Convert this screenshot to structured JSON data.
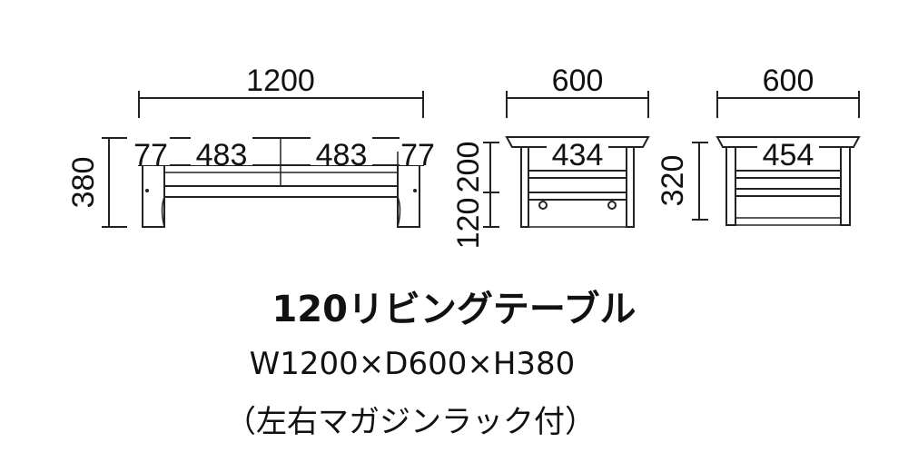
{
  "title": "120リビングテーブル",
  "size": "W1200×D600×H380",
  "note": "（左右マガジンラック付）",
  "front_view": {
    "width": "1200",
    "height": "380",
    "segments": [
      "77",
      "483",
      "483",
      "77"
    ]
  },
  "side_view_left": {
    "depth": "600",
    "inner": "434",
    "upper_height": "200",
    "lower_height": "120"
  },
  "side_view_right": {
    "depth": "600",
    "inner": "454",
    "height": "320"
  }
}
